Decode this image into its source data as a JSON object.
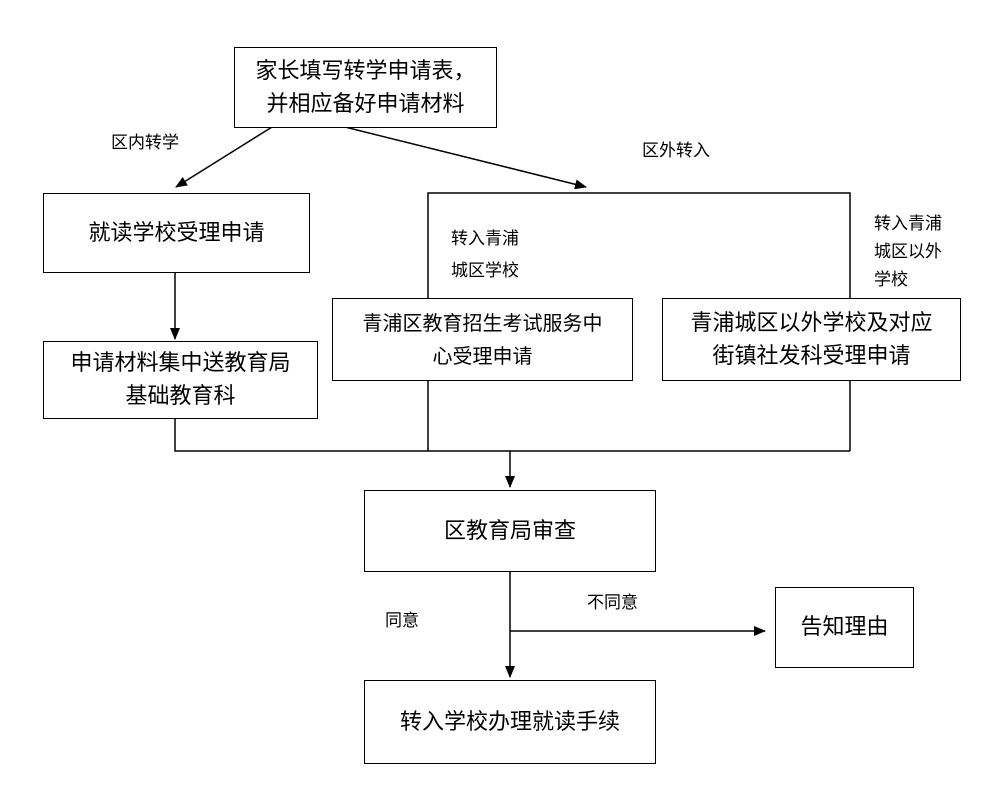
{
  "nodes": {
    "apply": {
      "line1": "家长填写转学申请表，",
      "line2": "并相应备好申请材料"
    },
    "school_accept": "就读学校受理申请",
    "materials": {
      "line1": "申请材料集中送教育局",
      "line2": "基础教育科"
    },
    "qingpu_center": {
      "line1": "青浦区教育招生考试服务中",
      "line2": "心受理申请"
    },
    "outside_school": {
      "line1": "青浦城区以外学校及对应",
      "line2": "街镇社发科受理申请"
    },
    "review": "区教育局审查",
    "notify": "告知理由",
    "enroll": "转入学校办理就读手续"
  },
  "labels": {
    "within_district": "区内转学",
    "outside_district": "区外转入",
    "to_qingpu_city": {
      "line1": "转入青浦",
      "line2": "城区学校"
    },
    "to_outside_city": {
      "line1": "转入青浦",
      "line2": "城区以外",
      "line3": "学校"
    },
    "agree": "同意",
    "disagree": "不同意"
  }
}
